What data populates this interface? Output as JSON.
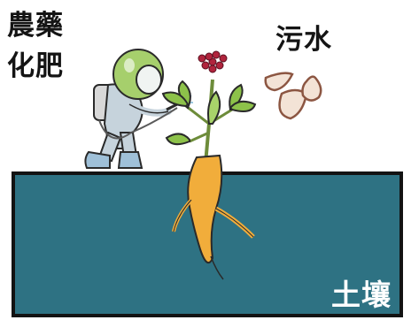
{
  "labels": {
    "pesticide": "農藥",
    "fertilizer": "化肥",
    "sewage": "污水",
    "soil": "土壤"
  },
  "colors": {
    "soil_fill": "#2e7283",
    "soil_border": "#131313",
    "label_text": "#141414",
    "soil_label_text": "#ffffff",
    "root": "#f1ad3b",
    "leaf": "#8dc24a",
    "berries": "#b0243d",
    "suit": "#c6d3dc",
    "helmet": "#a6cf6c",
    "water_drop": "#a6705b"
  },
  "icons": [
    "farmer-spraying-icon",
    "ginseng-plant-icon",
    "water-drop-icon"
  ]
}
